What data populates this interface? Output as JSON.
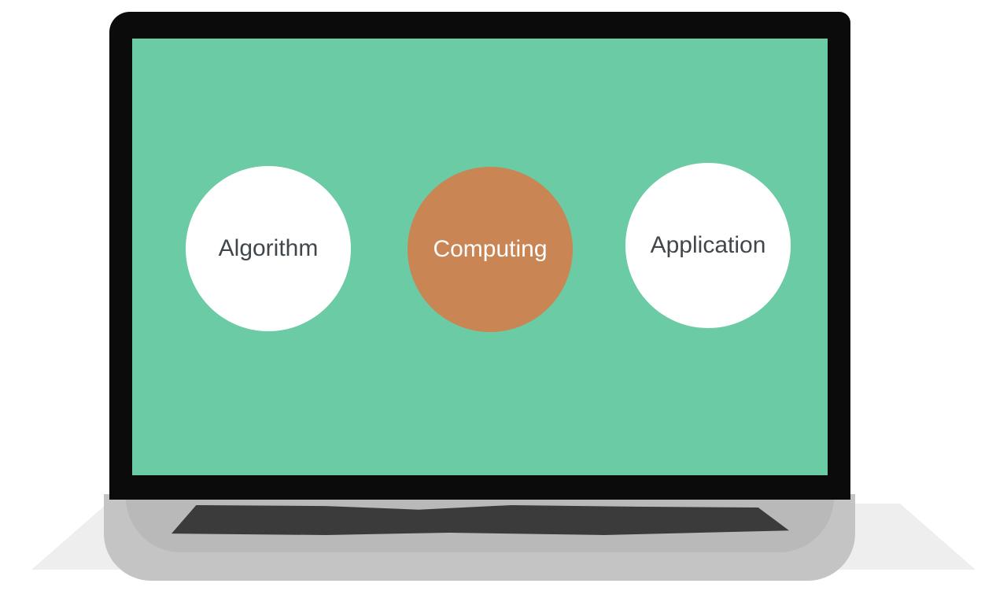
{
  "scene": {
    "description": "Laptop illustration with three concept circles on screen",
    "screen_color": "#6bcba4",
    "bezel_color": "#0b0b0b"
  },
  "circles": [
    {
      "label": "Algorithm",
      "fill": "#ffffff",
      "text_color": "#3f474d",
      "highlighted": false
    },
    {
      "label": "Computing",
      "fill": "#c98554",
      "text_color": "#ffffff",
      "highlighted": true
    },
    {
      "label": "Application",
      "fill": "#ffffff",
      "text_color": "#3f474d",
      "highlighted": false
    }
  ]
}
